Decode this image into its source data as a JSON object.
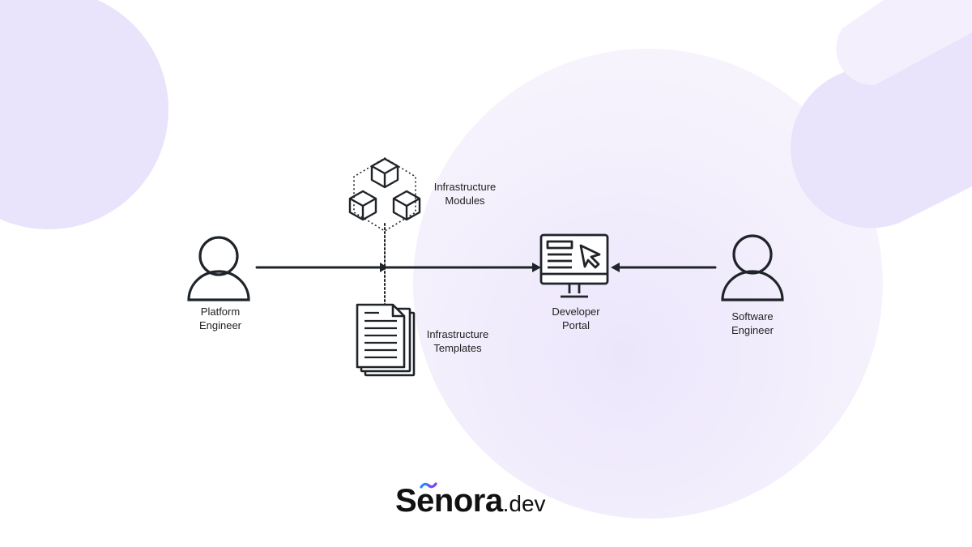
{
  "nodes": {
    "platform_engineer": {
      "line1": "Platform",
      "line2": "Engineer"
    },
    "infra_modules": {
      "line1": "Infrastructure",
      "line2": "Modules"
    },
    "infra_templates": {
      "line1": "Infrastructure",
      "line2": "Templates"
    },
    "developer_portal": {
      "line1": "Developer",
      "line2": "Portal"
    },
    "software_engineer": {
      "line1": "Software",
      "line2": "Engineer"
    }
  },
  "logo": {
    "brand": "Senora",
    "tld": ".dev"
  },
  "colors": {
    "blob": "#e9e3fb",
    "blob_light": "#f3effd",
    "stroke": "#1f2429",
    "logo_accent_blue": "#2f86f6",
    "logo_accent_purple": "#7a4cf0"
  },
  "icons": [
    "person-icon",
    "cubes-icon",
    "documents-icon",
    "monitor-cursor-icon",
    "person-icon"
  ]
}
